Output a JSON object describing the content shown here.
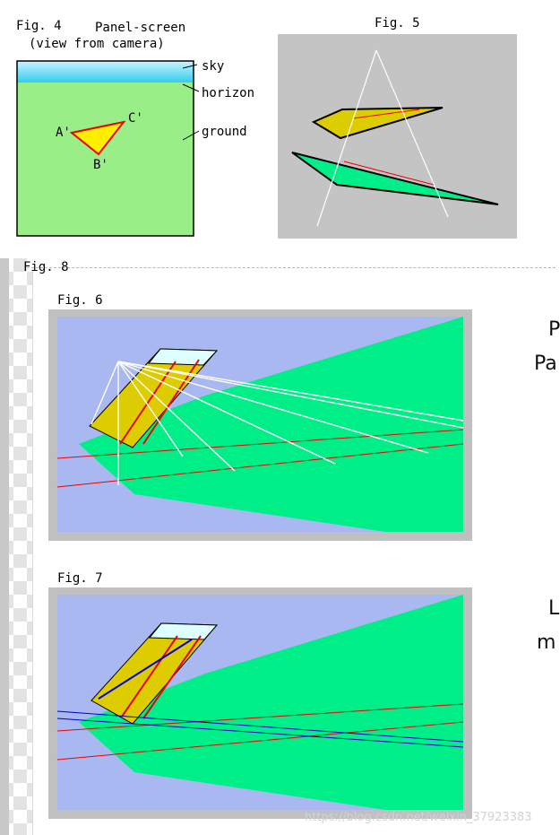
{
  "fig4": {
    "label": "Fig. 4",
    "title_line1": "Panel-screen",
    "title_line2": "(view from camera)",
    "sky_label": "sky",
    "horizon_label": "horizon",
    "ground_label": "ground",
    "point_a": "A'",
    "point_b": "B'",
    "point_c": "C'"
  },
  "fig5": {
    "label": "Fig. 5"
  },
  "fig_partial": {
    "label": "Fig. 8"
  },
  "fig6": {
    "label": "Fig. 6"
  },
  "fig7": {
    "label": "Fig. 7"
  },
  "side_text": {
    "line1": "P",
    "line2": "Pa",
    "line3": "L",
    "line4": "m"
  },
  "watermark": "https://blog.csdn.net/weixin_37923383",
  "colors": {
    "sky_top": "#c8f4ff",
    "sky_bottom": "#33ccee",
    "ground": "#99ee88",
    "scene_ground": "#00ee88",
    "scene_sky": "#aab8f2",
    "panel": "#ddcc00",
    "ray_red": "#ee0000",
    "ray_blue": "#0000cc"
  }
}
